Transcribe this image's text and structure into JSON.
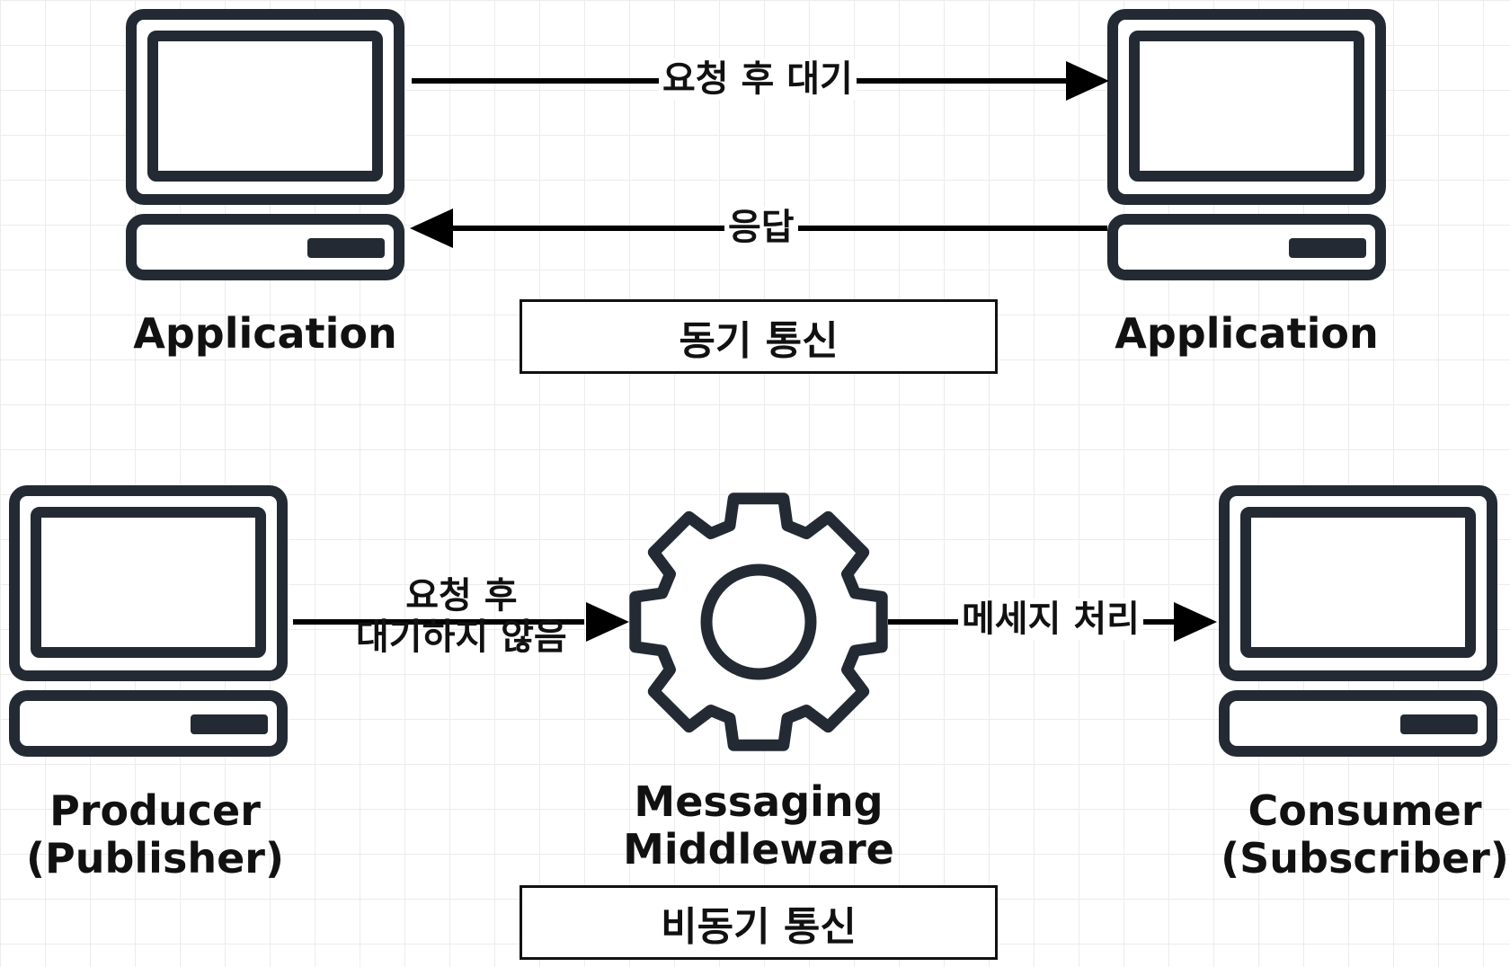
{
  "colors": {
    "icon": "#232a33",
    "line": "#000000",
    "text": "#111111"
  },
  "sync": {
    "title": "동기 통신",
    "left_node": {
      "label": "Application",
      "icon": "computer-icon"
    },
    "right_node": {
      "label": "Application",
      "icon": "computer-icon"
    },
    "request_edge": "요청 후 대기",
    "response_edge": "응답"
  },
  "async": {
    "title": "비동기 통신",
    "producer": {
      "line1": "Producer",
      "line2": "(Publisher)",
      "icon": "computer-icon"
    },
    "middleware": {
      "line1": "Messaging",
      "line2": "Middleware",
      "icon": "gear-icon"
    },
    "consumer": {
      "line1": "Consumer",
      "line2": "(Subscriber)",
      "icon": "computer-icon"
    },
    "publish_edge": {
      "line1": "요청 후",
      "line2": "대기하지 않음"
    },
    "process_edge": "메세지 처리"
  }
}
